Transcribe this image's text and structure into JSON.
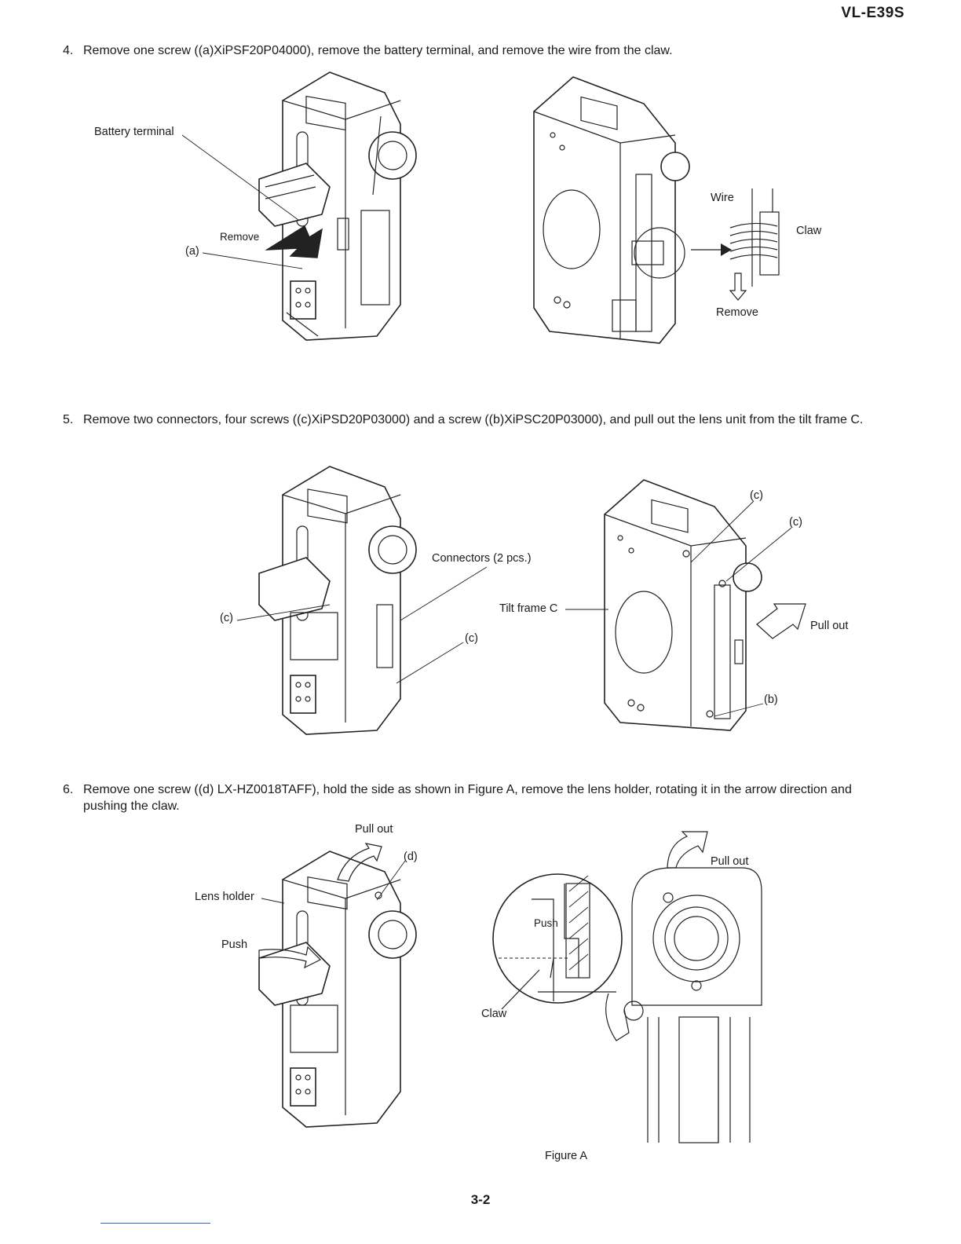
{
  "header": {
    "model": "VL-E39S"
  },
  "steps": [
    {
      "number": "4.",
      "text": "Remove one screw ((a)XiPSF20P04000), remove the battery terminal, and remove the wire from the claw."
    },
    {
      "number": "5.",
      "text": "Remove two connectors, four screws ((c)XiPSD20P03000) and a screw ((b)XiPSC20P03000), and pull out the lens unit from the tilt frame C."
    },
    {
      "number": "6.",
      "text": "Remove one screw ((d) LX-HZ0018TAFF), hold the side as shown in Figure A, remove the lens holder, rotating it in the arrow direction and pushing the claw."
    }
  ],
  "fig4": {
    "battery_terminal": "Battery terminal",
    "remove": "Remove",
    "a": "(a)",
    "wire": "Wire",
    "claw": "Claw",
    "remove2": "Remove"
  },
  "fig5": {
    "c1": "(c)",
    "c2": "(c)",
    "c3": "(c)",
    "c4": "(c)",
    "connectors": "Connectors (2 pcs.)",
    "tilt_frame": "Tilt frame C",
    "pull_out": "Pull out",
    "b": "(b)"
  },
  "fig6": {
    "pull_out_left": "Pull out",
    "d": "(d)",
    "lens_holder": "Lens holder",
    "push_left": "Push",
    "push_detail": "Push",
    "claw": "Claw",
    "pull_out_right": "Pull out",
    "caption": "Figure A"
  },
  "footer": {
    "page": "3-2"
  }
}
